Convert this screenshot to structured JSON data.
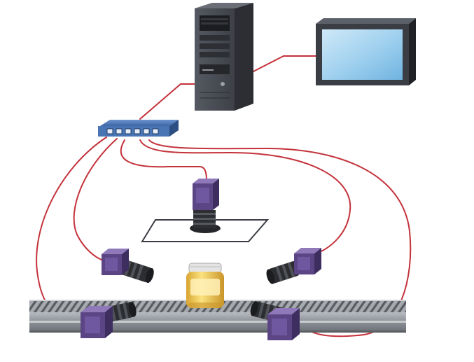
{
  "components": {
    "server": "server-tower",
    "monitor": "monitor",
    "switch": "network-switch",
    "cameras": [
      "top-camera",
      "left-camera",
      "right-camera",
      "belt-camera-left",
      "belt-camera-right"
    ],
    "product": "jar",
    "conveyor": "conveyor-belt",
    "light": "backlight-panel"
  },
  "colors": {
    "cable": "#c4323b",
    "camera_body": "#55407c",
    "camera_face": "#7a64a6",
    "switch_body": "#3f69a8",
    "server_body": "#4c4f57",
    "monitor_screen": "#9fd0ee",
    "jar_body": "#f0cc55",
    "jar_lid": "#e3e3e3",
    "belt": "#8a8f95"
  }
}
